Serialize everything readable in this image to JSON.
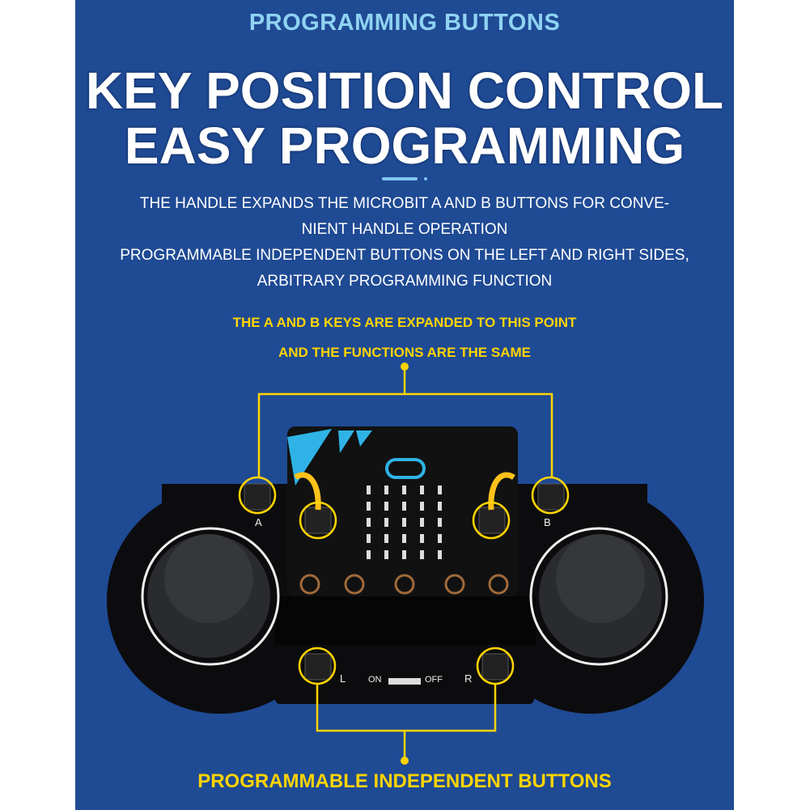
{
  "header": {
    "subtitle": "PROGRAMMING BUTTONS",
    "title_line1": "KEY POSITION CONTROL",
    "title_line2": "EASY PROGRAMMING"
  },
  "description": [
    "THE HANDLE EXPANDS THE MICROBIT A AND B BUTTONS FOR CONVE-",
    "NIENT HANDLE OPERATION",
    "PROGRAMMABLE INDEPENDENT BUTTONS ON THE LEFT AND RIGHT SIDES,",
    "ARBITRARY PROGRAMMING FUNCTION"
  ],
  "callout_top": [
    "THE A AND B KEYS ARE EXPANDED TO THIS POINT",
    "AND THE FUNCTIONS ARE THE SAME"
  ],
  "callout_bottom": "PROGRAMMABLE INDEPENDENT BUTTONS",
  "board_labels": {
    "a": "A",
    "b": "B",
    "l": "L",
    "r": "R",
    "on": "ON",
    "off": "OFF"
  },
  "colors": {
    "background": "#1f4a94",
    "accent": "#ffd400",
    "subtitle": "#8fd3f2",
    "board": "#0c0c0e",
    "microbit_accent": "#2fb3e6"
  }
}
